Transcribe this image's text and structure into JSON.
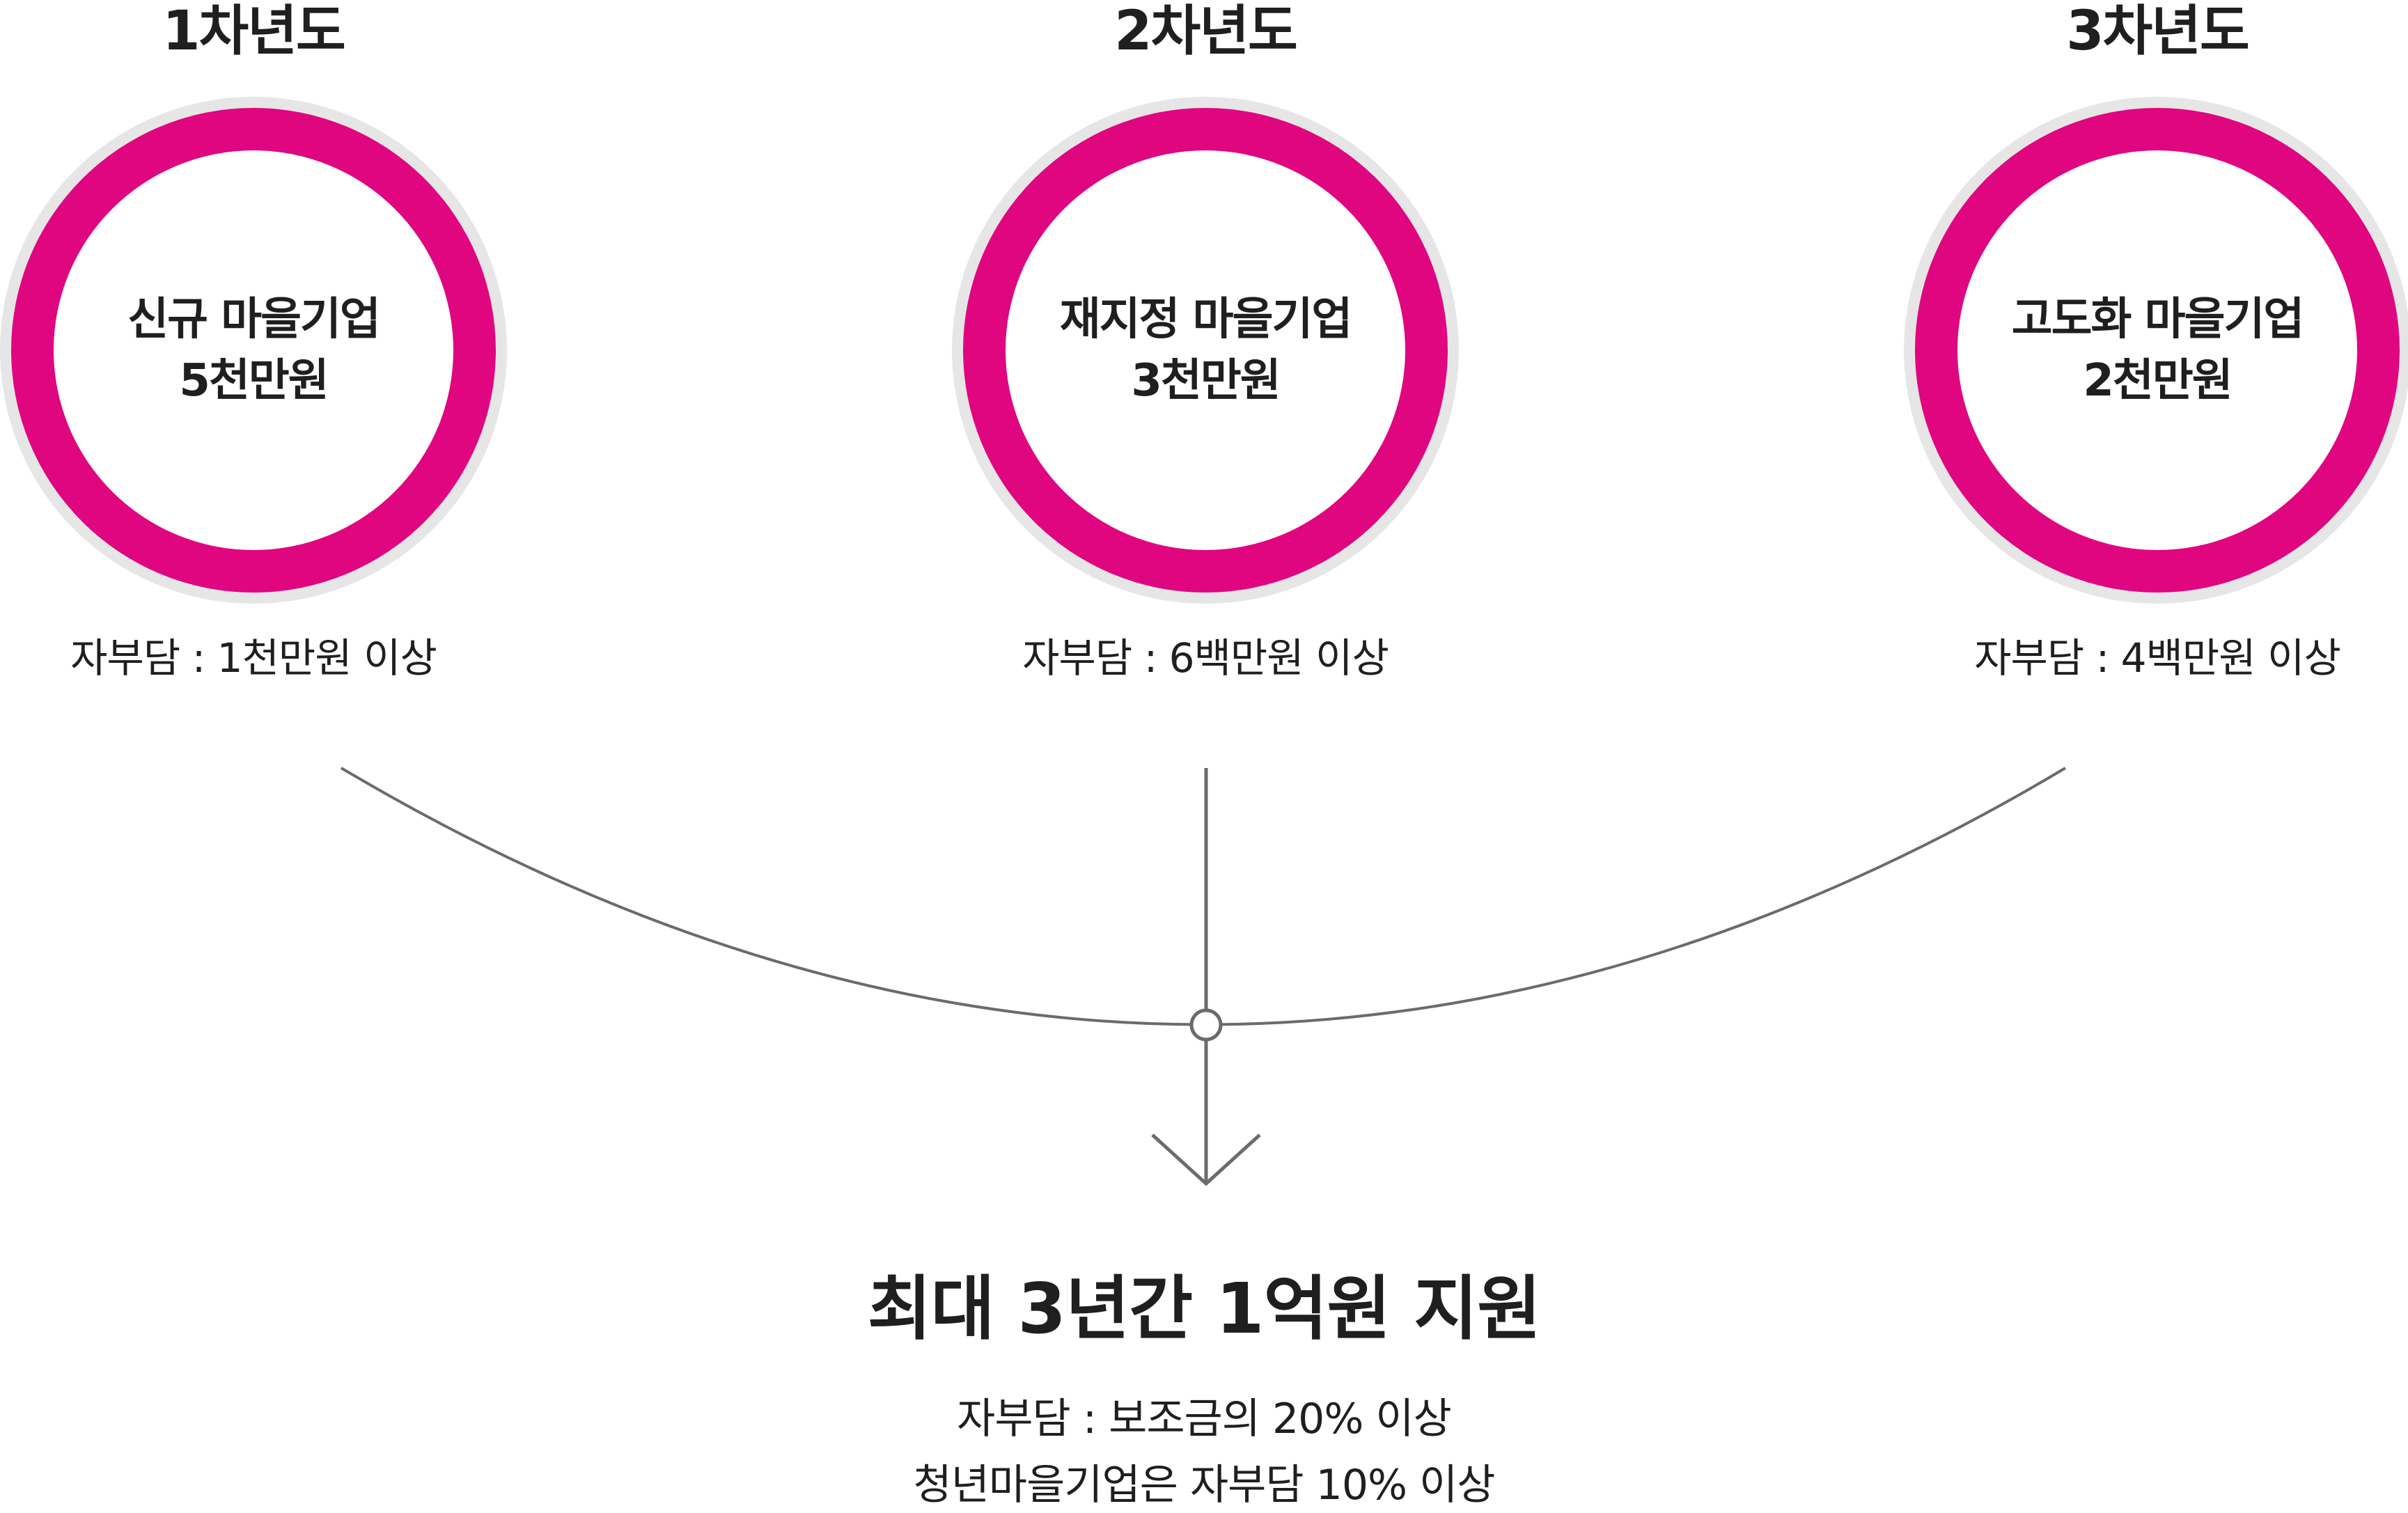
{
  "colors": {
    "accent": "#e0067f",
    "ring_shadow": "#e6e6e6",
    "connector": "#6b6b6b",
    "text": "#1f1f1f"
  },
  "stages": [
    {
      "year": "1차년도",
      "type": "신규 마을기업",
      "amount": "5천만원",
      "self_share": "자부담 : 1천만원 이상"
    },
    {
      "year": "2차년도",
      "type": "재지정 마을기업",
      "amount": "3천만원",
      "self_share": "자부담 : 6백만원 이상"
    },
    {
      "year": "3차년도",
      "type": "고도화 마을기업",
      "amount": "2천만원",
      "self_share": "자부담 : 4백만원 이상"
    }
  ],
  "summary": {
    "headline": "최대 3년간 1억원 지원",
    "line1": "자부담 :  보조금의 20% 이상",
    "line2": "청년마을기업은 자부담 10% 이상"
  }
}
